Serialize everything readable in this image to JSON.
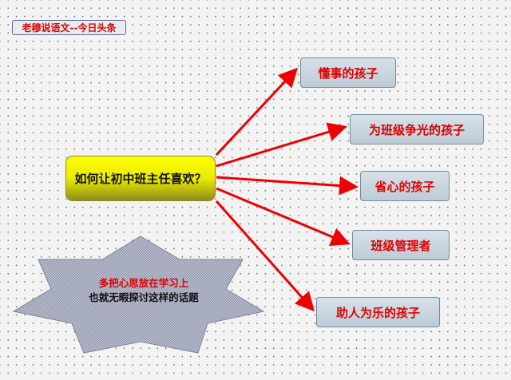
{
  "title": "老穆说语文--今日头条",
  "central": "如何让初中班主任喜欢？",
  "branches": [
    "懂事的孩子",
    "为班级争光的孩子",
    "省心的孩子",
    "班级管理者",
    "助人为乐的孩子"
  ],
  "note": {
    "line1": "多把心思放在学习上",
    "line2": "也就无暇探讨这样的话题"
  },
  "colors": {
    "arrow": "#ee0000",
    "leaf_text": "#e00000",
    "central_fill": "#ffff00"
  }
}
